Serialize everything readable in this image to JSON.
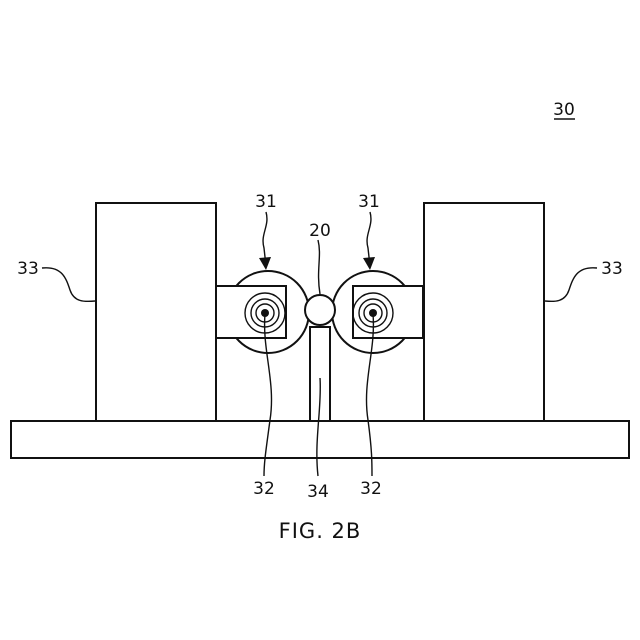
{
  "figure": {
    "caption": "FIG. 2B",
    "assembly_ref": "30",
    "refs": {
      "roller_left": "31",
      "roller_right": "31",
      "ball": "20",
      "block_left": "33",
      "block_right": "33",
      "axle_left": "32",
      "axle_right": "32",
      "post": "34"
    }
  }
}
